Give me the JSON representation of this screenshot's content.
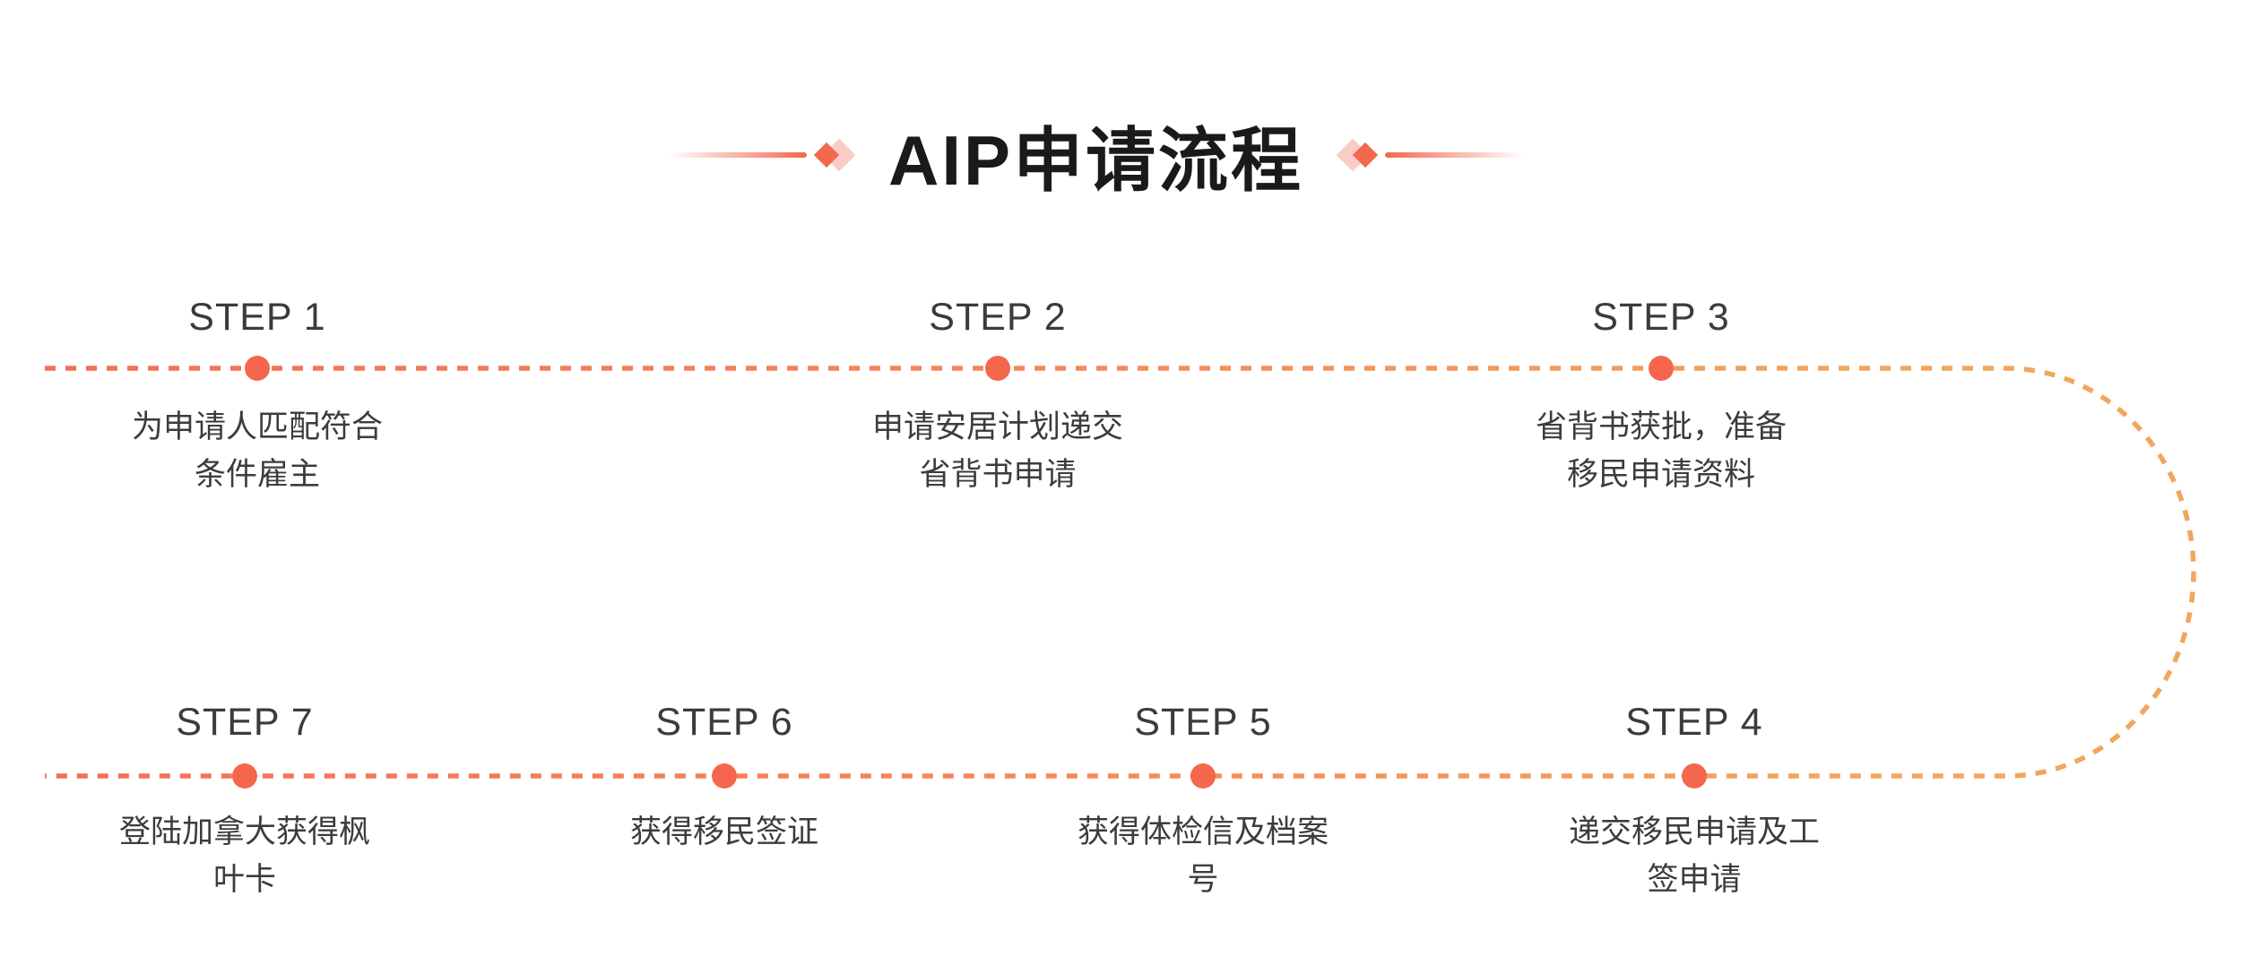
{
  "title": {
    "text": "AIP申请流程"
  },
  "flow": {
    "colors": {
      "line_start_coral": "#f56e57",
      "line_end_orange": "#f2a65c",
      "dot": "#f4674c",
      "diamond_solid": "#f4684d",
      "diamond_light": "#f9cdc5",
      "title_text": "#1a1a1a",
      "step_text": "#3b3b3b"
    },
    "steps": [
      {
        "label": "STEP 1",
        "desc": "为申请人匹配符合\n条件雇主"
      },
      {
        "label": "STEP 2",
        "desc": "申请安居计划递交\n省背书申请"
      },
      {
        "label": "STEP 3",
        "desc": "省背书获批，准备\n移民申请资料"
      },
      {
        "label": "STEP 4",
        "desc": "递交移民申请及工\n签申请"
      },
      {
        "label": "STEP 5",
        "desc": "获得体检信及档案\n号"
      },
      {
        "label": "STEP 6",
        "desc": "获得移民签证"
      },
      {
        "label": "STEP 7",
        "desc": "登陆加拿大获得枫\n叶卡"
      }
    ]
  }
}
